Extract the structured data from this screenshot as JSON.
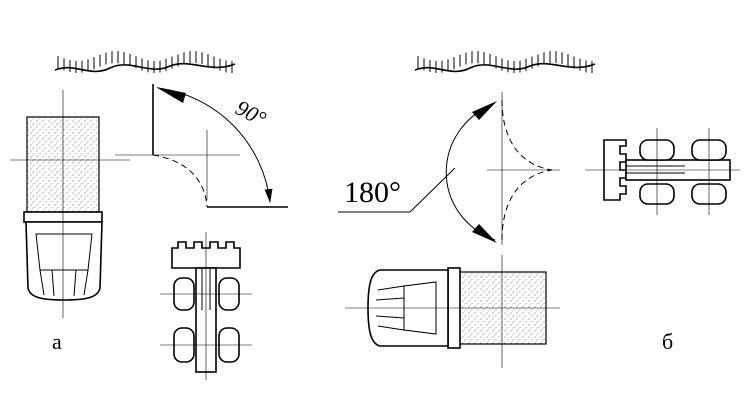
{
  "diagram": {
    "left": {
      "angle_label": "90°",
      "panel_label": "а"
    },
    "right": {
      "angle_label": "180°",
      "panel_label": "б"
    }
  }
}
